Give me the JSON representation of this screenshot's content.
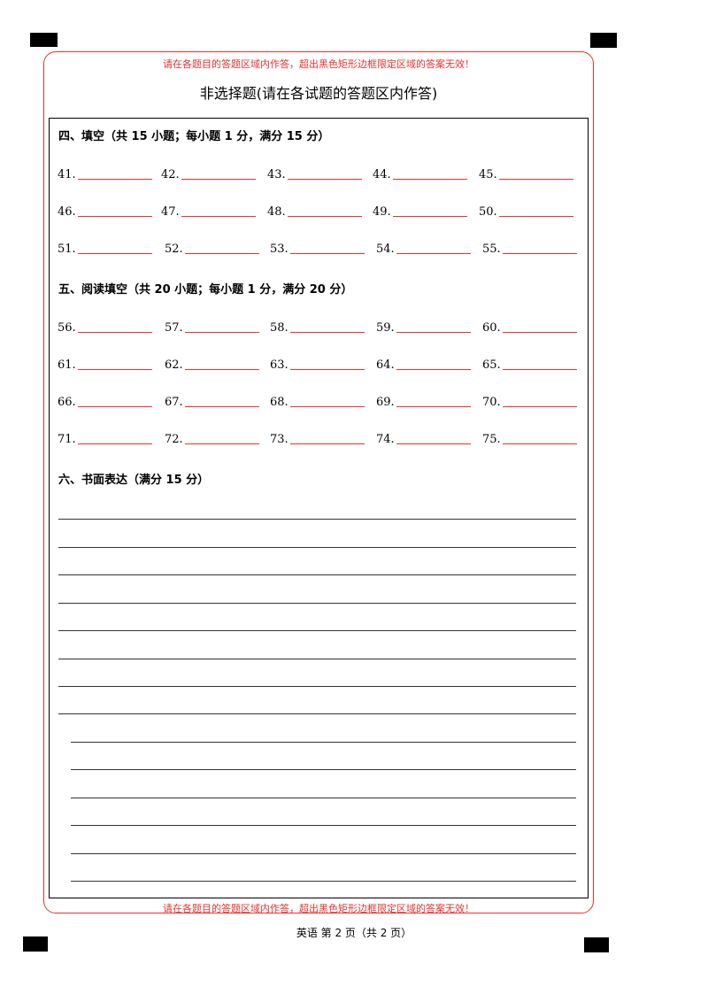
{
  "warning_text": "请在各题目的答题区域内作答，超出黑色矩形边框限定区域的答案无效！",
  "section_title": "非选择题(请在各试题的答题区内作答)",
  "part4": {
    "heading": "四、填空（共 15 小题；每小题 1 分，满分 15 分）",
    "rows": [
      [
        "41.",
        "42.",
        "43.",
        "44.",
        "45."
      ],
      [
        "46.",
        "47.",
        "48.",
        "49.",
        "50."
      ],
      [
        "51.",
        "52.",
        "53.",
        "54.",
        "55."
      ]
    ]
  },
  "part5": {
    "heading": "五、阅读填空（共 20 小题；每小题 1 分，满分 20 分）",
    "rows": [
      [
        "56.",
        "57.",
        "58.",
        "59.",
        "60."
      ],
      [
        "61.",
        "62.",
        "63.",
        "64.",
        "65."
      ],
      [
        "66.",
        "67.",
        "68.",
        "69.",
        "70."
      ],
      [
        "71.",
        "72.",
        "73.",
        "74.",
        "75."
      ]
    ]
  },
  "part6": {
    "heading": "六、书面表达（满分 15 分）"
  },
  "footer": "英语  第 2 页（共 2 页）",
  "colors": {
    "accent_red": "#e8322e",
    "text": "#000000"
  }
}
